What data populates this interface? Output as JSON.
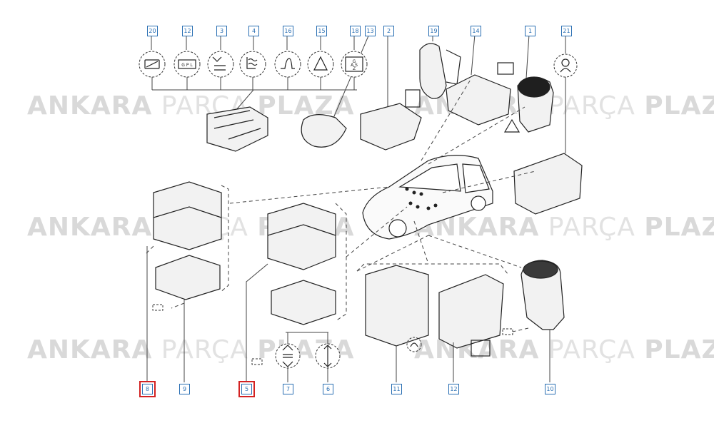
{
  "watermark": {
    "bold1": "ANKARA",
    "light": "PARÇA",
    "bold2": "PLAZA"
  },
  "callouts": {
    "c20": "20",
    "c12t": "12",
    "c3t": "3",
    "c4": "4",
    "c16": "16",
    "c15": "15",
    "c18": "18",
    "c13": "13",
    "c2": "2",
    "c19": "19",
    "c14": "14",
    "c1": "1",
    "c21": "21",
    "c8": "8",
    "c9": "9",
    "c5": "5",
    "c7": "7",
    "c6": "6",
    "c11": "11",
    "c12b": "12",
    "c10": "10"
  },
  "symbols": {
    "gpl": "G P L",
    "gas_g": "G",
    "gas_as": "A S",
    "gas_z": "Z"
  },
  "colors": {
    "callout": "#2a6fb3",
    "highlight": "#d32222",
    "line": "#444444"
  }
}
